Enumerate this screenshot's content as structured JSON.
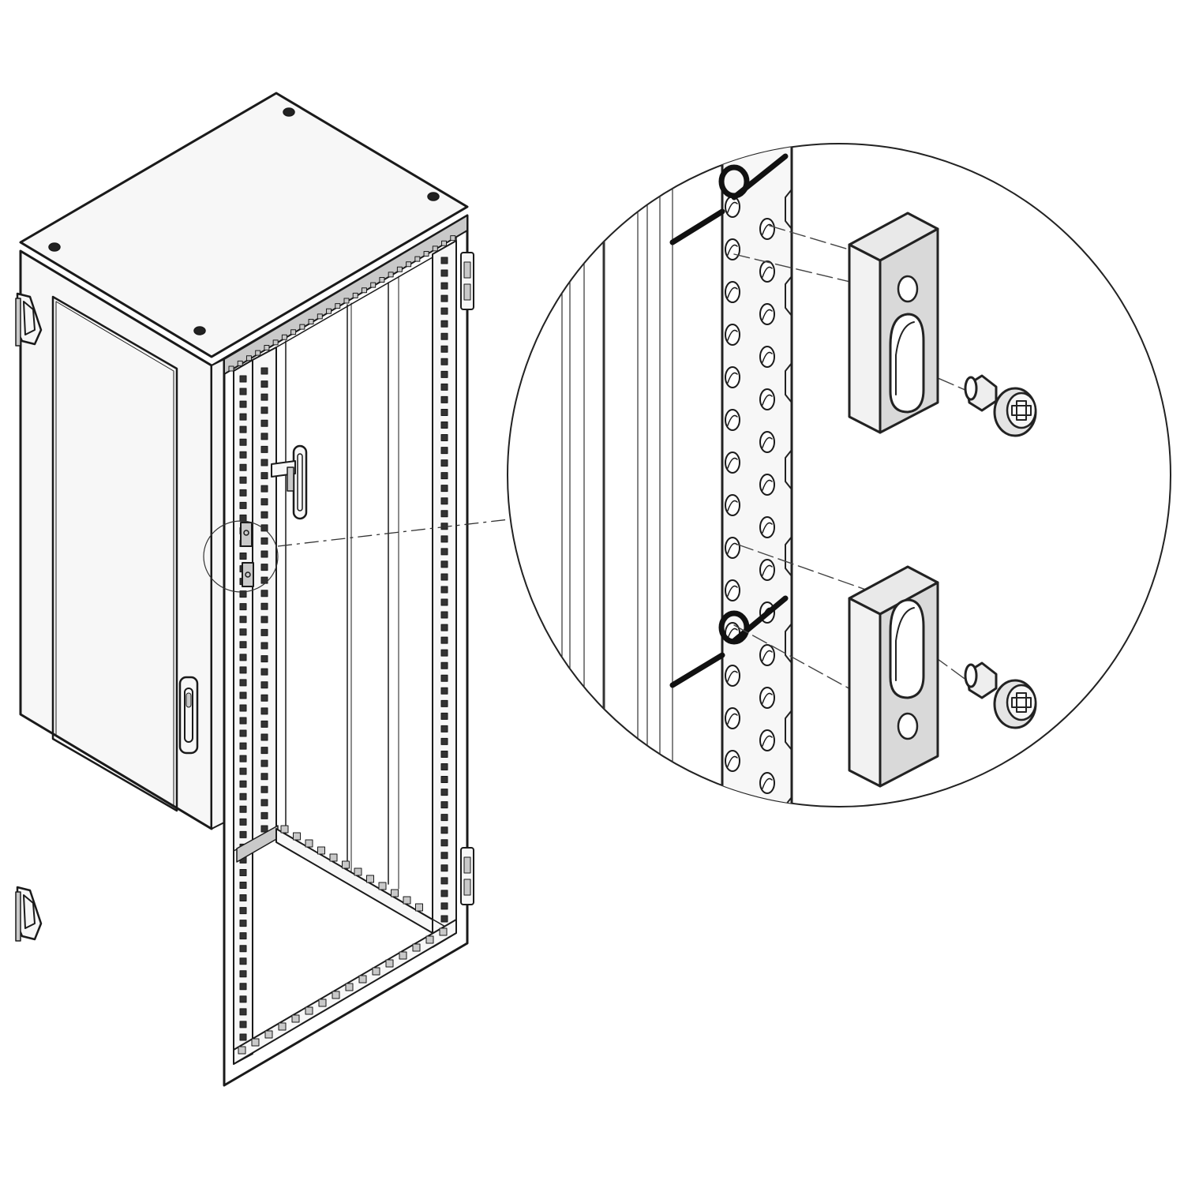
{
  "figure": {
    "kind": "isometric assembly illustration",
    "background_color": "#ffffff",
    "line_color": "#1a1a1a",
    "panel_fill": "#f7f7f7",
    "part_fill": "#e6e6e6",
    "shade_fill": "#c9c9c9"
  },
  "cabinet": {
    "top_bolt_count": 4,
    "door_hinge_count": 2,
    "door_handle_count": 1,
    "rear_hinge_count": 2,
    "inner_handle_count": 1
  },
  "detail_view": {
    "rail_hole_rows": 14,
    "rail_hole_columns": 2,
    "mounting_block_count": 2,
    "screw_count": 2,
    "dashed_assembly_line_count": 4
  }
}
